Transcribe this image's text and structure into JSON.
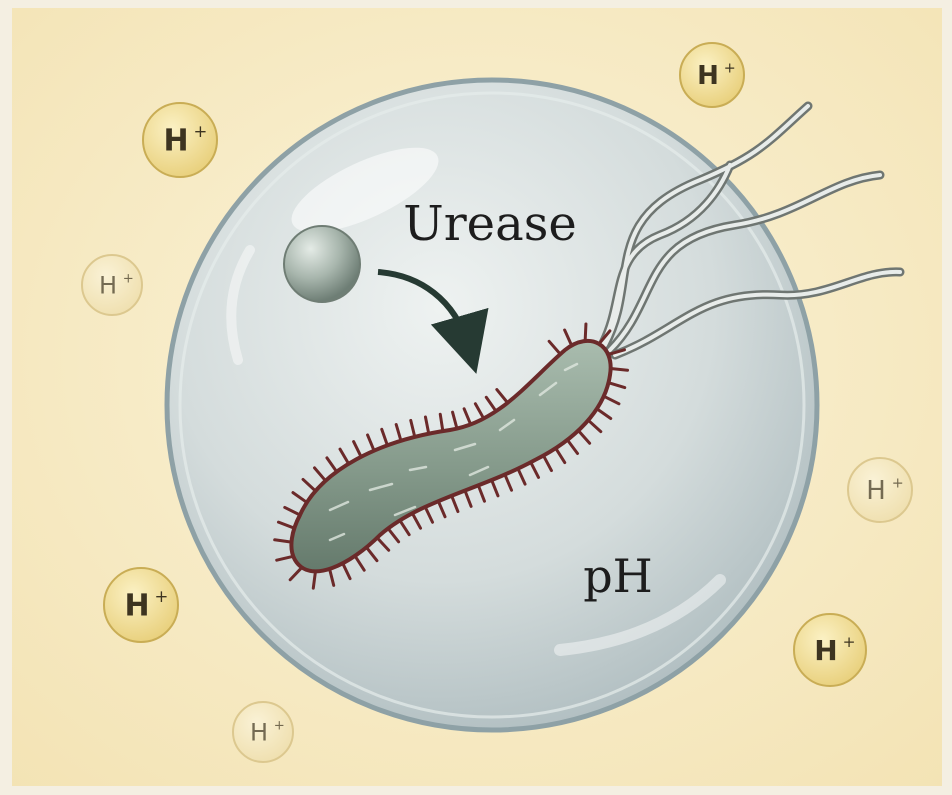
{
  "labels": {
    "enzyme": "Urease",
    "ph": "pH"
  },
  "ions": [
    {
      "symbol": "H",
      "charge": "+",
      "tone": "bright"
    },
    {
      "symbol": "H",
      "charge": "+",
      "tone": "bright"
    },
    {
      "symbol": "H",
      "charge": "+",
      "tone": "faint"
    },
    {
      "symbol": "H",
      "charge": "+",
      "tone": "bright"
    },
    {
      "symbol": "H",
      "charge": "+",
      "tone": "faint"
    },
    {
      "symbol": "H",
      "charge": "+",
      "tone": "faint"
    },
    {
      "symbol": "H",
      "charge": "+",
      "tone": "bright"
    }
  ],
  "colors": {
    "background": "#f7eac3",
    "bubble": "#c9d3d6",
    "bacterium_body": "#8fa294",
    "bacterium_outline": "#6b2a2a",
    "arrow": "#263a33",
    "ion_bright": "#f0dc8e",
    "ion_faint": "#f3e6bd"
  },
  "icons": {
    "urea_particle": "sphere-icon",
    "bacterium": "bacterium-icon",
    "arrow": "curved-arrow-icon"
  }
}
